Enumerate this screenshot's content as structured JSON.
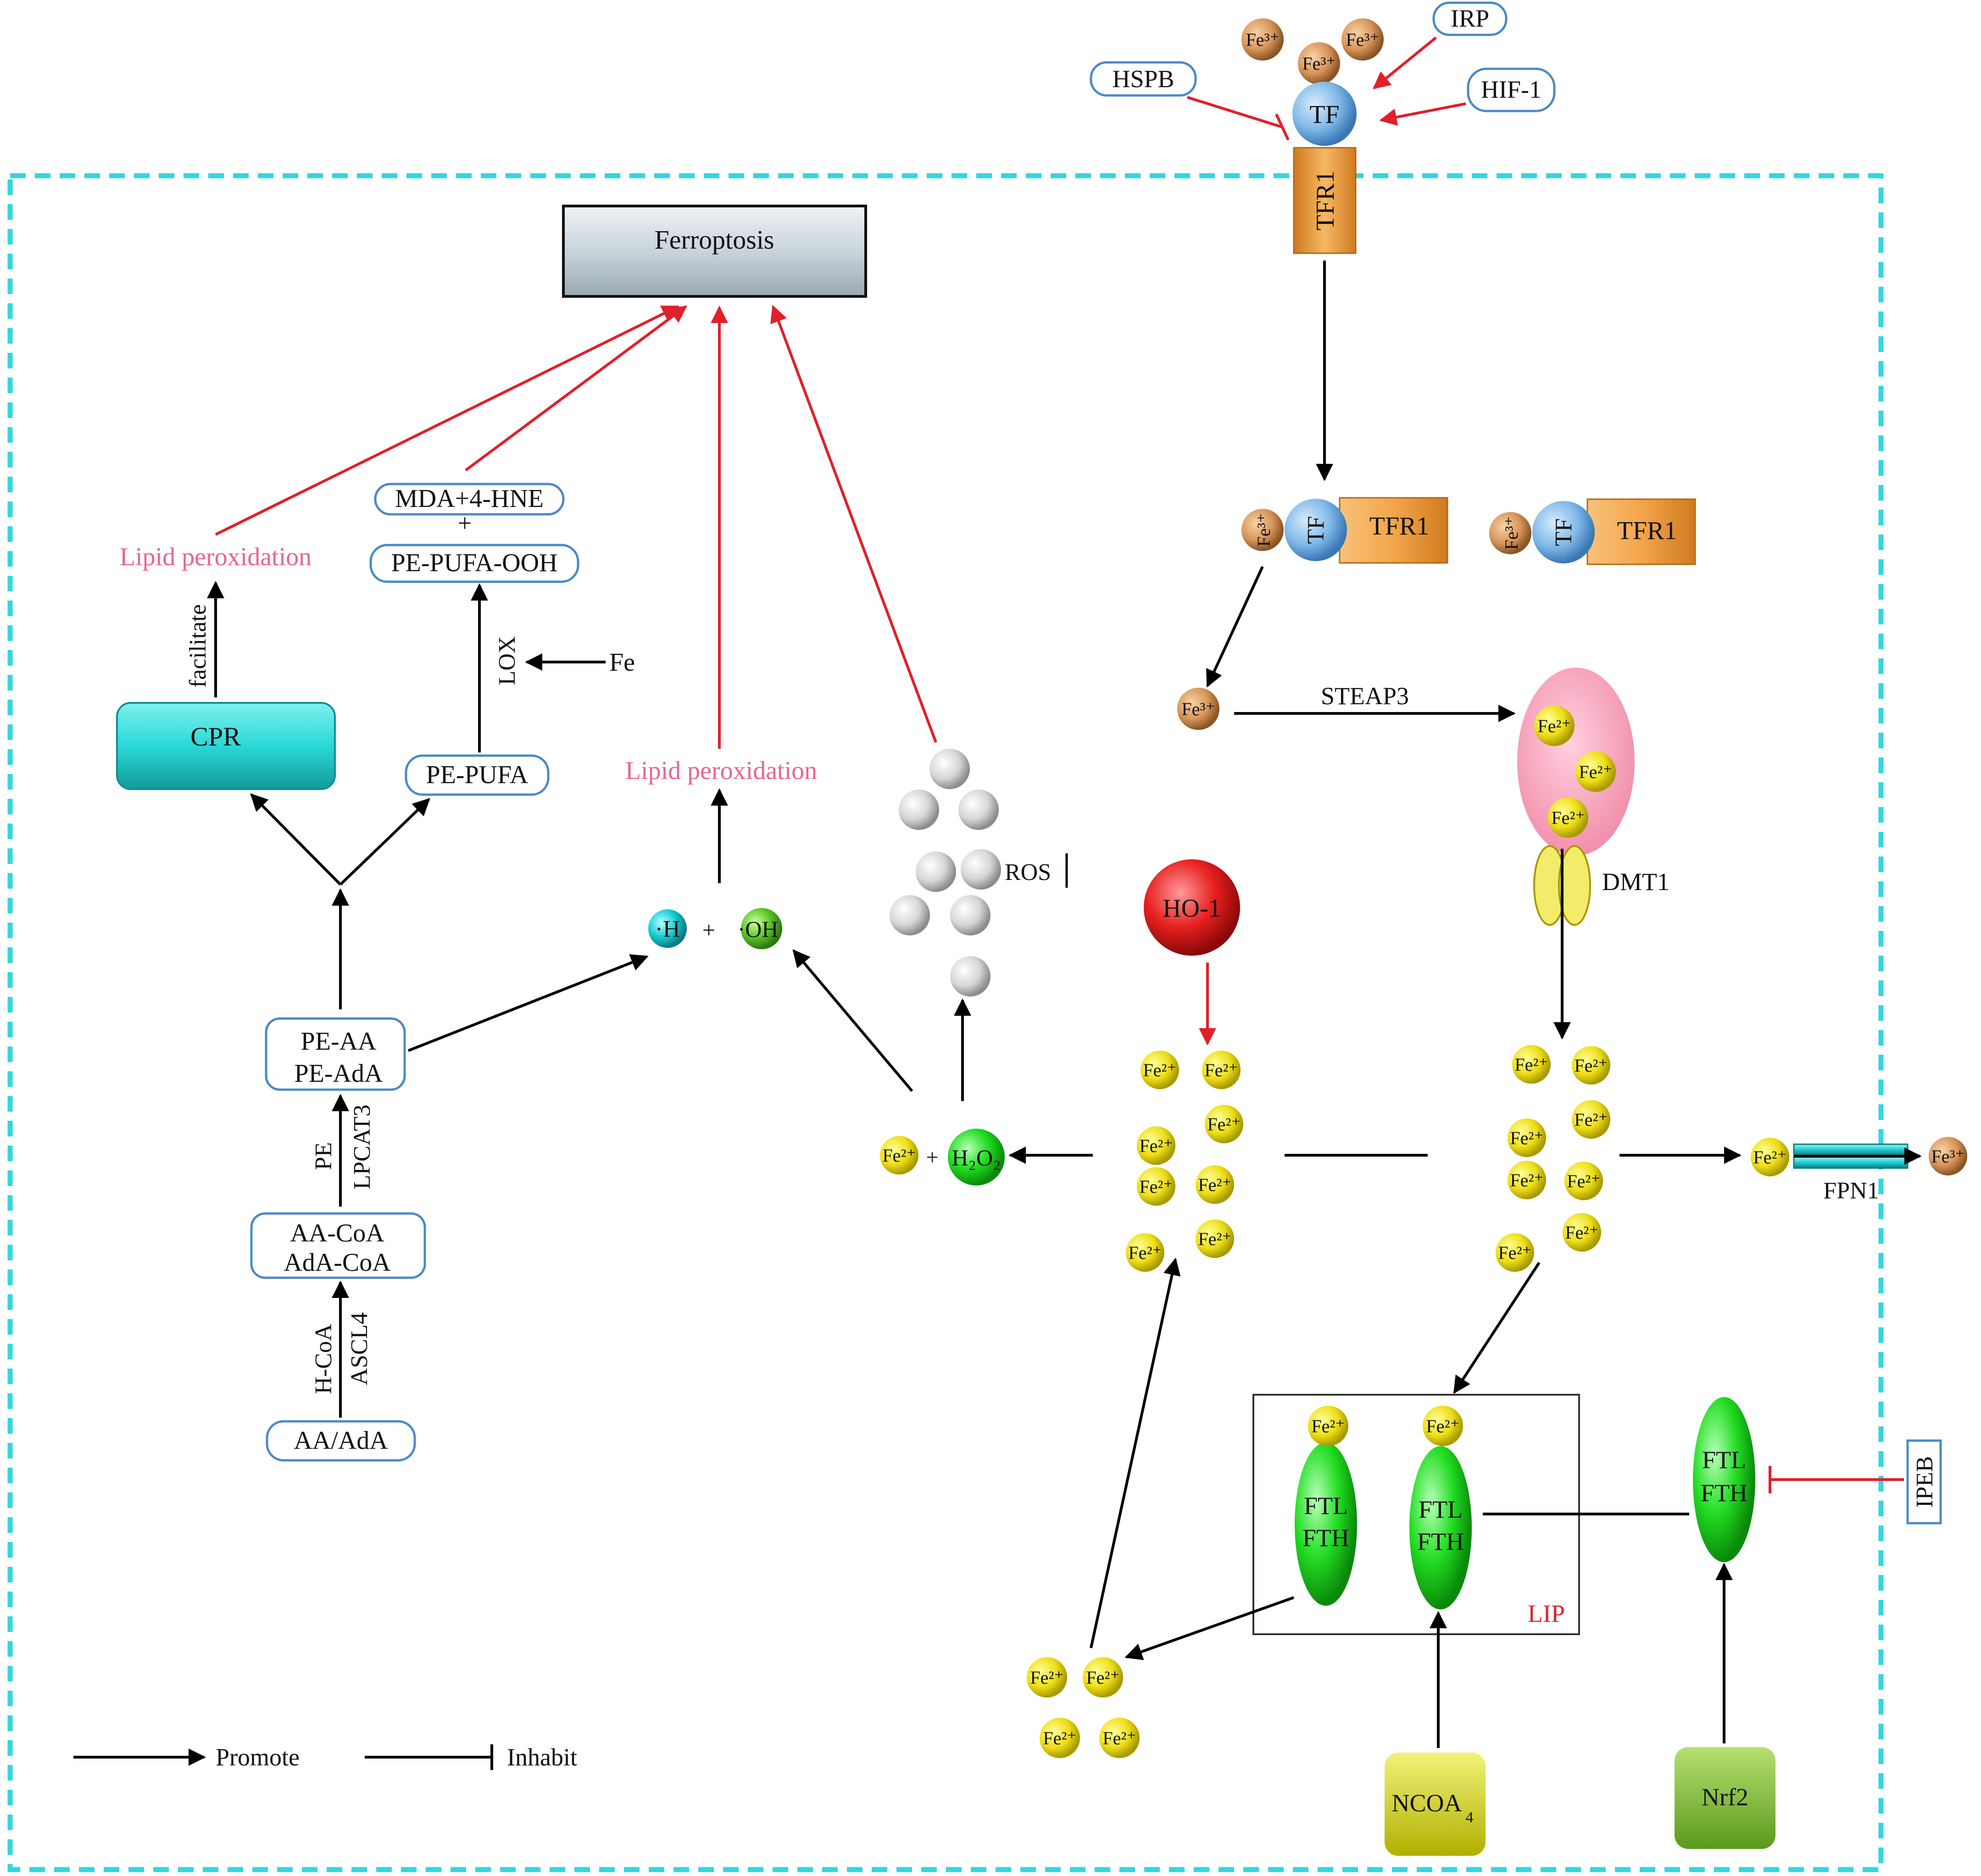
{
  "title": "Ferroptosis",
  "cell_membrane_color": "#33d6e0",
  "colors": {
    "promote": "#000000",
    "promote_red": "#e0202a",
    "pink_text": "#e8668e",
    "iron3": "#d9955a",
    "iron2": "#f0e020",
    "tf": "#7fb8e8",
    "tfr1": "#f4a54a",
    "ferritin": "#22dd22",
    "cpr": "#2ad8d8",
    "ho1": "#e82020",
    "ncoa4": "#dede20",
    "nrf2": "#88c83a"
  },
  "labels": {
    "ferroptosis": "Ferroptosis",
    "lipid_perox_left": "Lipid peroxidation",
    "lipid_perox_mid": "Lipid peroxidation",
    "mda": "MDA+4-HNE",
    "plus1": "+",
    "pe_pufa_ooh": "PE-PUFA-OOH",
    "facilitate": "facilitate",
    "lox": "LOX",
    "fe_lox": "Fe",
    "cpr": "CPR",
    "pe_pufa": "PE-PUFA",
    "pe_aa": "PE-AA",
    "pe_ada": "PE-AdA",
    "pe": "PE",
    "lpcat3": "LPCAT3",
    "aa_coa": "AA-CoA",
    "ada_coa": "AdA-CoA",
    "hcoa": "H-CoA",
    "ascl4": "ASCL4",
    "aa_ada": "AA/AdA",
    "h_rad": "·H",
    "plus2": "+",
    "oh_rad": "·OH",
    "ros": "ROS",
    "ho1": "HO-1",
    "h2o2_plus": "+",
    "h2o2": "H₂O₂",
    "hspb": "HSPB",
    "irp": "IRP",
    "hif1": "HIF-1",
    "tf": "TF",
    "tfr1": "TFR1",
    "steap3": "STEAP3",
    "dmt1": "DMT1",
    "fpn1": "FPN1",
    "ipeb": "IPEB",
    "ftl": "FTL",
    "fth": "FTH",
    "lip": "LIP",
    "ncoa4": "NCOA",
    "ncoa4_sub": "4",
    "nrf2": "Nrf2",
    "legend_promote": "Promote",
    "legend_inhibit": "Inhabit",
    "fe3": "Fe³⁺",
    "fe2": "Fe²⁺"
  }
}
